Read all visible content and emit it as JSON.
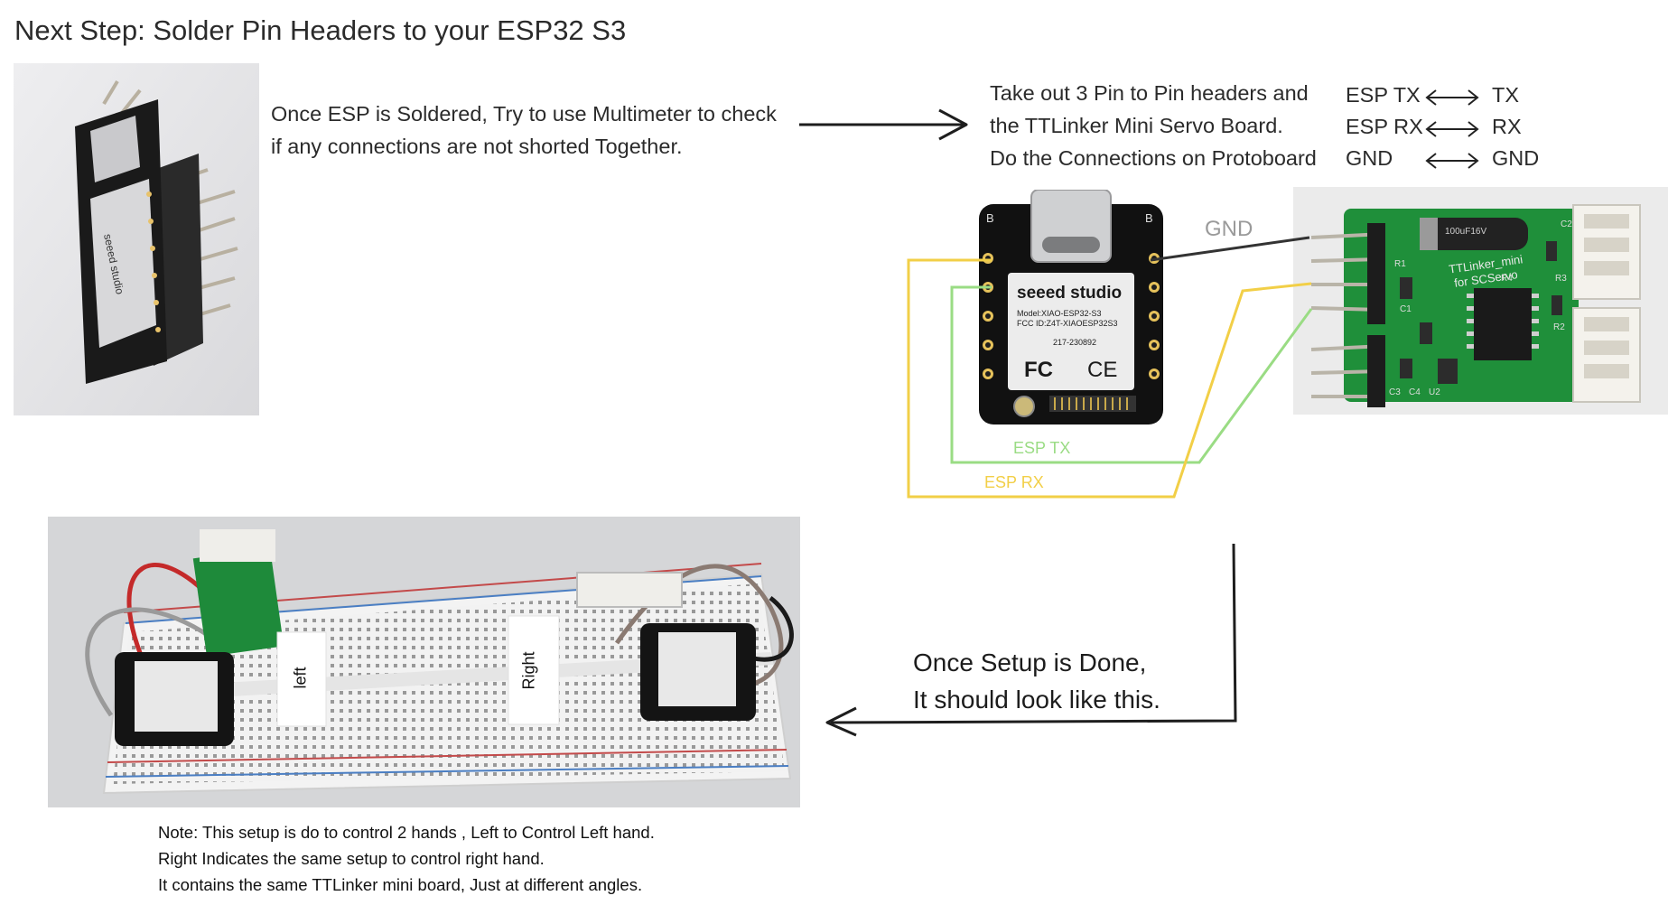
{
  "page": {
    "title": "Next Step: Solder Pin Headers to your ESP32 S3"
  },
  "step1": {
    "lines": [
      "Once ESP is Soldered, Try to use Multimeter to check",
      "if any connections are not shorted Together."
    ]
  },
  "step2": {
    "lines": [
      "Take out 3 Pin to Pin headers and",
      "the TTLinker Mini Servo Board.",
      "Do the Connections on Protoboard"
    ]
  },
  "pin_map": [
    {
      "left": "ESP TX",
      "right": "TX"
    },
    {
      "left": "ESP RX",
      "right": "RX"
    },
    {
      "left": "GND",
      "right": "GND"
    }
  ],
  "wiring": {
    "gnd_label": "GND",
    "tx_label": "ESP TX",
    "rx_label": "ESP RX",
    "colors": {
      "gnd": "#333333",
      "tx": "#9adc84",
      "rx": "#f2cf47"
    }
  },
  "xiao": {
    "brand": "seeed studio",
    "model": "Model:XIAO-ESP32-S3",
    "fcc": "FCC ID:Z4T-XIAOESP32S3",
    "cert": "217-230892",
    "fc": "FC",
    "ce": "CE",
    "b_left": "B",
    "b_right": "B"
  },
  "ttlinker": {
    "label_line1": "TTLinker_mini",
    "label_line2": "for SCServo",
    "cap_text": "100uF16V",
    "refs": [
      "R1",
      "R2",
      "R3",
      "R4",
      "C1",
      "C2",
      "C3",
      "C4",
      "U2"
    ]
  },
  "step3": {
    "lines": [
      "Once Setup is Done,",
      "It should look like this."
    ]
  },
  "breadboard": {
    "left_tag": "left",
    "right_tag": "Right"
  },
  "note": {
    "lines": [
      "Note: This setup is do to control 2 hands , Left to Control Left hand.",
      "Right Indicates the same setup to control right hand.",
      "It contains the same TTLinker mini board, Just at different angles."
    ]
  }
}
